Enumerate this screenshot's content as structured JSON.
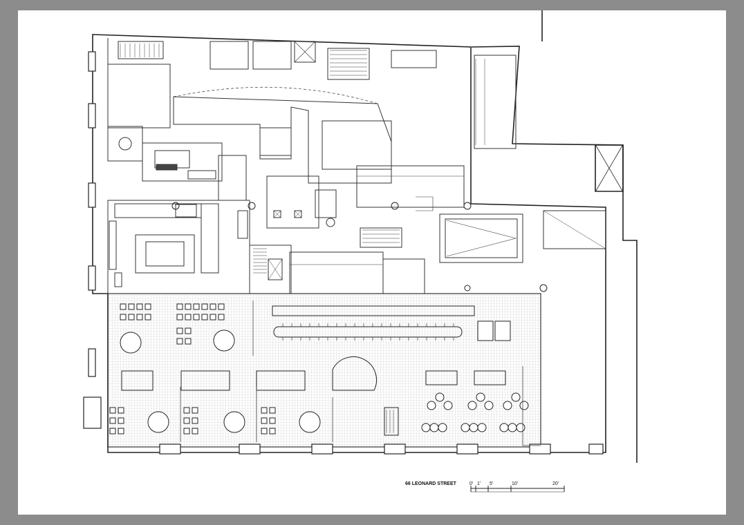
{
  "drawing": {
    "street_name": "66 LEONARD STREET",
    "scale_labels": [
      "0'",
      "1'",
      "5'",
      "10'",
      "20'"
    ]
  }
}
